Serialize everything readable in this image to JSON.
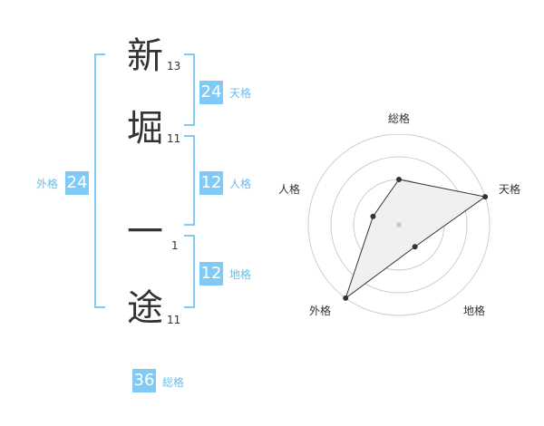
{
  "name": {
    "chars": [
      {
        "char": "新",
        "strokes": "13"
      },
      {
        "char": "堀",
        "strokes": "11"
      },
      {
        "char": "一",
        "strokes": "1"
      },
      {
        "char": "途",
        "strokes": "11"
      }
    ]
  },
  "fortune": {
    "tenkaku": {
      "value": "24",
      "label": "天格"
    },
    "jinkaku": {
      "value": "12",
      "label": "人格"
    },
    "chikaku": {
      "value": "12",
      "label": "地格"
    },
    "gaikaku": {
      "value": "24",
      "label": "外格"
    },
    "soukaku": {
      "value": "36",
      "label": "総格"
    }
  },
  "colors": {
    "accent": "#7fcbf6",
    "label": "#69bdea",
    "text": "#333333"
  },
  "chart_data": {
    "type": "radar",
    "axes": [
      "総格",
      "天格",
      "地格",
      "外格",
      "人格"
    ],
    "values": [
      0.5,
      1.0,
      0.3,
      1.0,
      0.3
    ],
    "range": [
      0,
      1
    ],
    "rings": 4,
    "grid": true
  }
}
